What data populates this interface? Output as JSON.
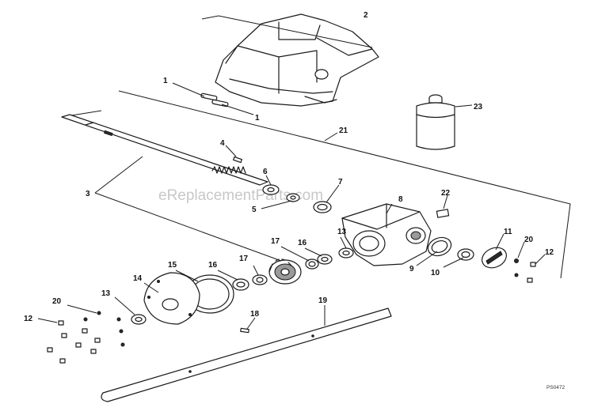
{
  "watermark": "eReplacementParts.com",
  "drawing_code": "PS0472",
  "callouts": {
    "c1a": "1",
    "c1b": "1",
    "c2": "2",
    "c3": "3",
    "c4": "4",
    "c5": "5",
    "c6": "6",
    "c7": "7",
    "c8": "8",
    "c9": "9",
    "c10": "10",
    "c11": "11",
    "c12a": "12",
    "c12b": "12",
    "c13a": "13",
    "c13b": "13",
    "c14": "14",
    "c15": "15",
    "c16a": "16",
    "c16b": "16",
    "c17a": "17",
    "c17b": "17",
    "c18": "18",
    "c19": "19",
    "c20a": "20",
    "c20b": "20",
    "c21": "21",
    "c22": "22",
    "c23": "23"
  }
}
